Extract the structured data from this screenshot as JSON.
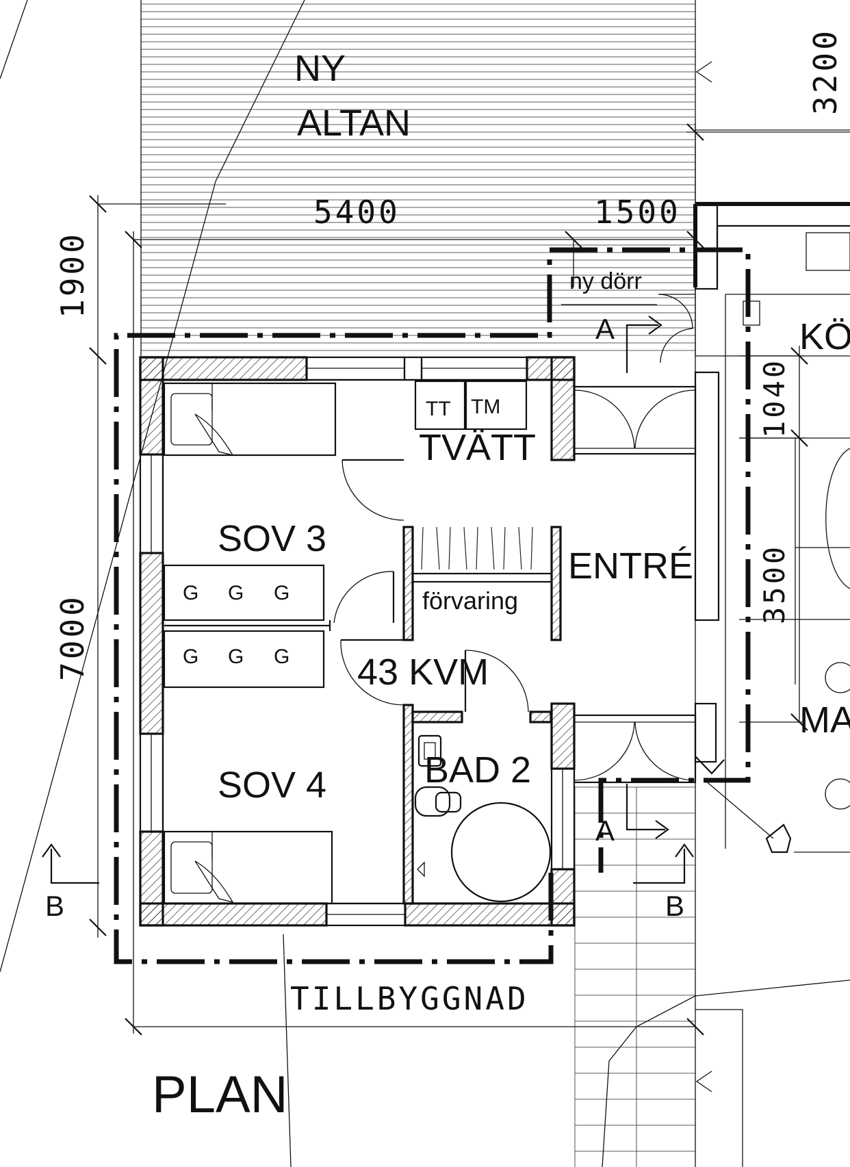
{
  "labels": {
    "ny": "NY",
    "altan": "ALTAN",
    "ny_dorr": "ny dörr",
    "tt": "TT",
    "tm": "TM",
    "tvatt": "TVÄTT",
    "sov3": "SOV 3",
    "sov4": "SOV 4",
    "entre": "ENTRÉ",
    "forvaring": "förvaring",
    "area": "43 KVM",
    "bad2": "BAD 2",
    "ko": "KÖ",
    "ma": "MA",
    "plan": "PLAN",
    "tillbyggnad": "TILLBYGGNAD",
    "g": "G",
    "section_a": "A",
    "section_b": "B"
  },
  "dimensions": {
    "d5400": "5400",
    "d1500": "1500",
    "d1900": "1900",
    "d7000": "7000",
    "d1040": "1040",
    "d3500": "3500",
    "d3200": "3200"
  }
}
